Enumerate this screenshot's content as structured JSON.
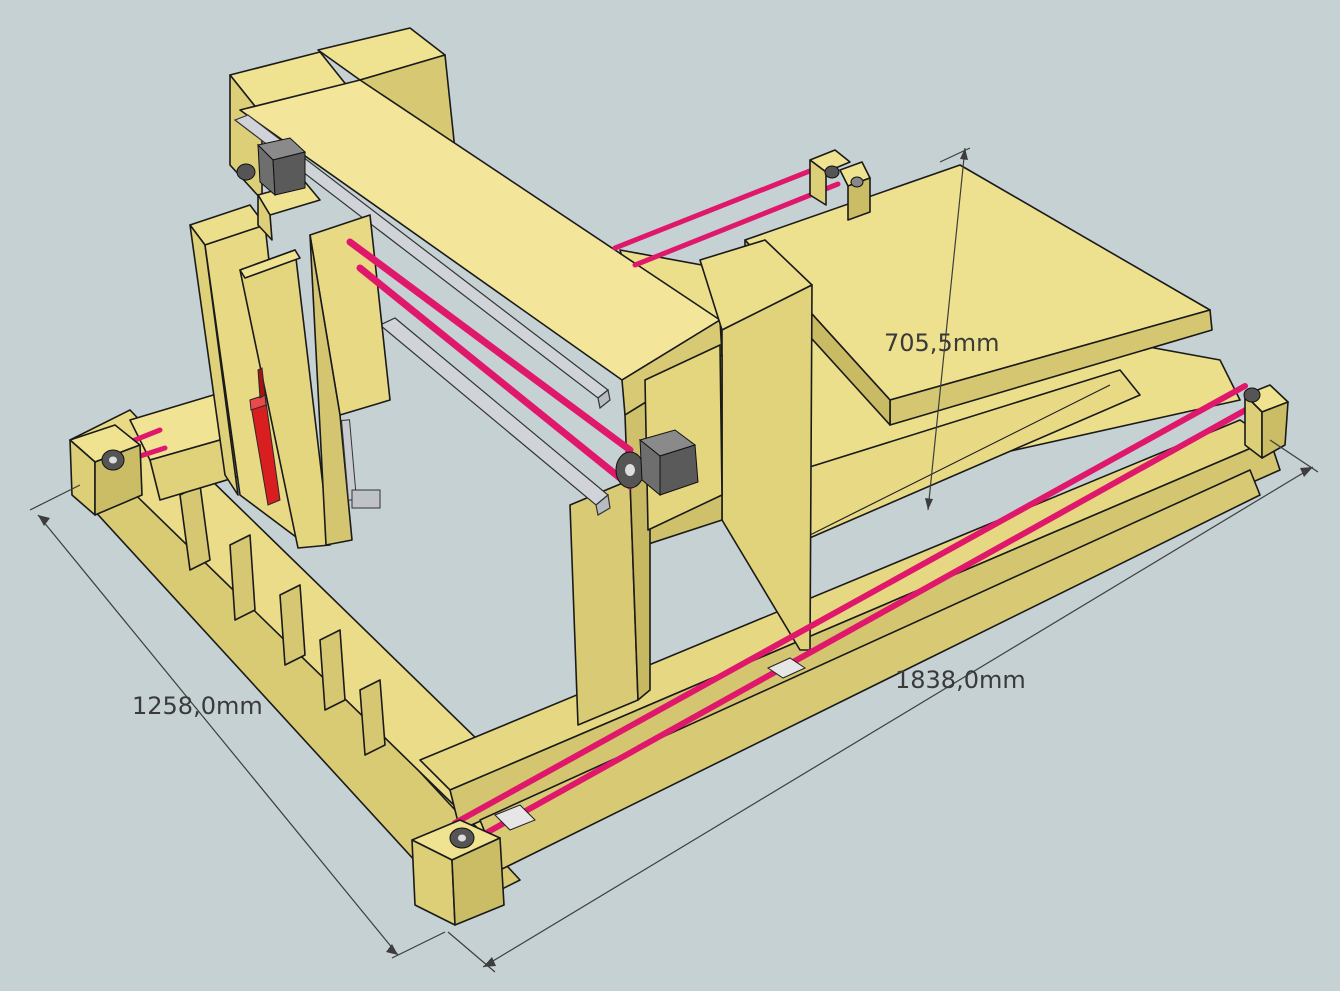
{
  "dimensions": {
    "width": "1258,0mm",
    "length": "1838,0mm",
    "height": "705,5mm"
  },
  "colors": {
    "background": "#c5d1d3",
    "wood_top": "#f2e597",
    "wood_front": "#e0d27a",
    "wood_side": "#c9bb63",
    "wood_shadow": "#b3a654",
    "belt": "#e0186c",
    "belt_inner": "#f07aa8",
    "rail": "#c8ccd0",
    "motor": "#7a7a7a",
    "spindle": "#d81e1e",
    "dimension_line": "#3d3d3d"
  }
}
